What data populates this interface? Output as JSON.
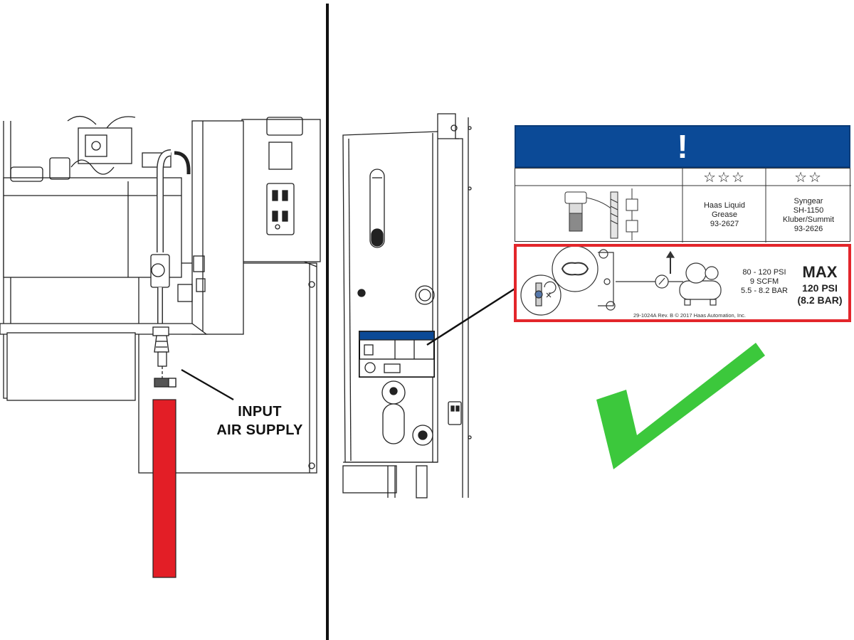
{
  "callout": {
    "line1": "INPUT",
    "line2": "AIR SUPPLY"
  },
  "label": {
    "header_symbol": "!",
    "columns": [
      {
        "stars": "☆☆☆",
        "lines": [
          "Haas Liquid",
          "Grease",
          "93-2627"
        ]
      },
      {
        "stars": "☆☆",
        "lines": [
          "Syngear",
          "SH-1150",
          "Kluber/Summit",
          "93-2626"
        ]
      }
    ],
    "air": {
      "specs": [
        "80 - 120 PSI",
        "9 SCFM",
        "5.5 - 8.2 BAR"
      ],
      "max_title": "MAX",
      "max_psi": "120 PSI",
      "max_bar": "(8.2 BAR)",
      "part_number": "29-1024A Rev. B  © 2017 Haas Automation, Inc."
    }
  },
  "colors": {
    "hose": "#e31e26",
    "highlight_border": "#e3262b",
    "header_blue": "#0b4a97",
    "checkmark": "#3cc83c"
  },
  "icons": [
    "filter-bowl-icon",
    "lube-pump-icon",
    "pressure-gauge-icon",
    "compressor-icon",
    "valve-knob-icon",
    "checkmark-icon"
  ]
}
